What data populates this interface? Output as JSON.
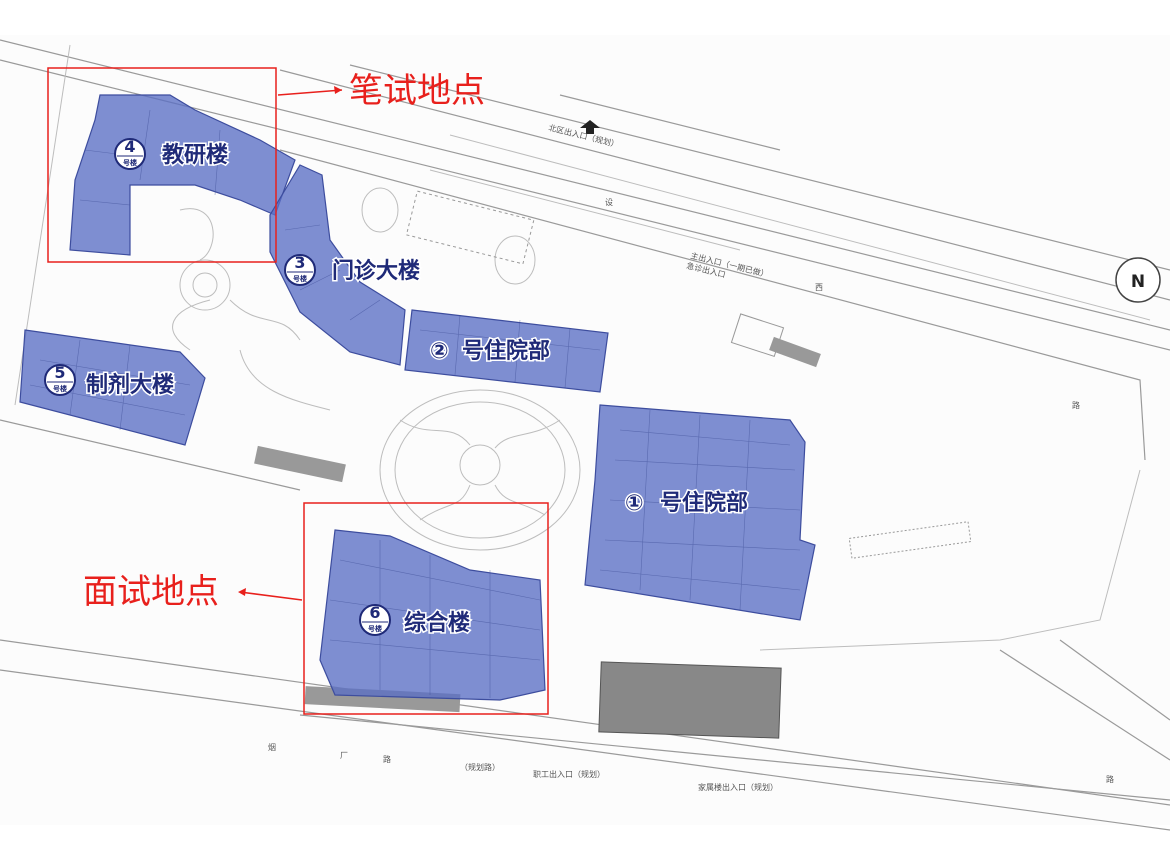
{
  "annotations": {
    "written_test": "笔试地点",
    "interview": "面试地点"
  },
  "buildings": [
    {
      "num": "4",
      "sub": "号楼",
      "name": "教研楼"
    },
    {
      "num": "3",
      "sub": "号楼",
      "name": "门诊大楼"
    },
    {
      "num": "②",
      "name": "号住院部"
    },
    {
      "num": "5",
      "sub": "号楼",
      "name": "制剂大楼"
    },
    {
      "num": "①",
      "name": "号住院部"
    },
    {
      "num": "6",
      "sub": "号楼",
      "name": "综合楼"
    }
  ],
  "roads": {
    "north_gate": "北区出入口（规划）",
    "road_top_1": "设",
    "road_top_2": "西",
    "road_right": "路",
    "main_gate_1": "主出入口（一期已做）",
    "main_gate_2": "急诊出入口",
    "bottom_1": "烟",
    "bottom_2": "厂",
    "bottom_3": "路",
    "bottom_planned": "（规划路）",
    "staff_gate": "职工出入口（规划）",
    "family_gate": "家属楼出入口（规划）",
    "right_bottom": "路"
  },
  "compass": {
    "label": "N"
  },
  "colors": {
    "building": "#5a6ec4",
    "highlight": "#e8201c",
    "label": "#1f2a78"
  }
}
